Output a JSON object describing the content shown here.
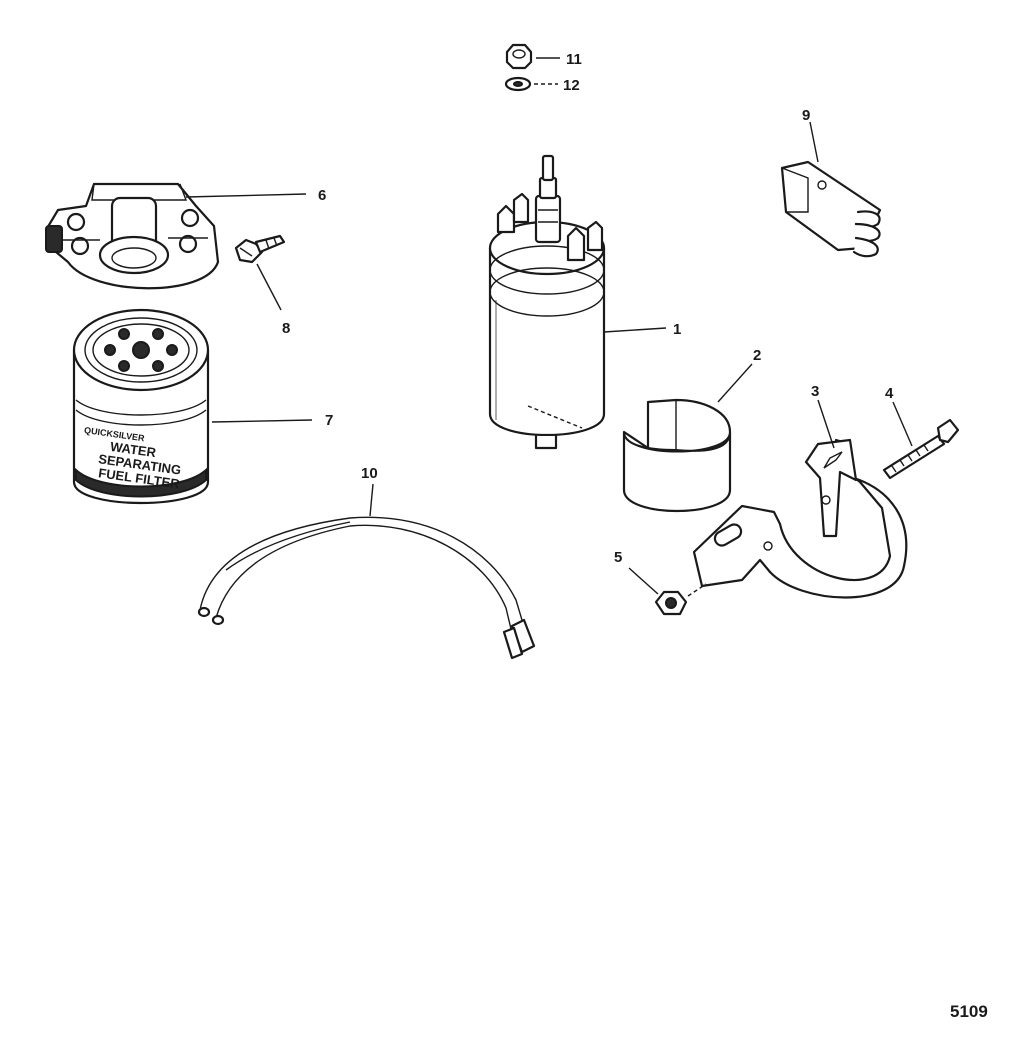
{
  "callouts": {
    "c1": "1",
    "c2": "2",
    "c3": "3",
    "c4": "4",
    "c5": "5",
    "c6": "6",
    "c7": "7",
    "c8": "8",
    "c9": "9",
    "c10": "10",
    "c11": "11",
    "c12": "12"
  },
  "filter_label": {
    "brand": "QUICKSILVER",
    "line1": "WATER",
    "line2": "SEPARATING",
    "line3": "FUEL FILTER"
  },
  "figure_number": "5109"
}
